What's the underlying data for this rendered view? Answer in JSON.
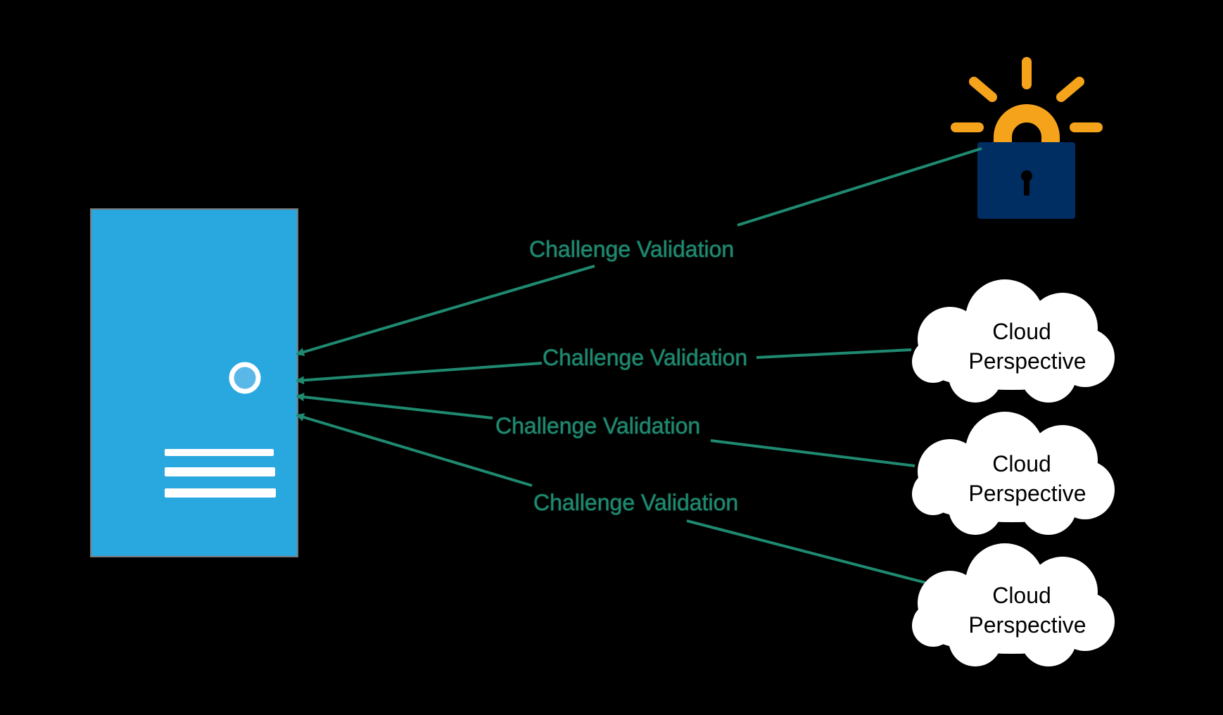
{
  "colors": {
    "background": "#000000",
    "server_blue": "#29a7df",
    "server_detail": "#ffffff",
    "server_button_fill": "#5ab8e8",
    "arrow_green": "#1f8a70",
    "lock_body": "#002d62",
    "lock_shackle": "#f6a31c",
    "cloud_fill": "#ffffff",
    "cloud_text": "#000000"
  },
  "icons": {
    "server": "server-icon",
    "certificate_authority": "padlock-icon"
  },
  "edges": [
    {
      "label": "Challenge Validation",
      "source": "certificate-authority"
    },
    {
      "label": "Challenge Validation",
      "source": "cloud-perspective-1"
    },
    {
      "label": "Challenge Validation",
      "source": "cloud-perspective-2"
    },
    {
      "label": "Challenge Validation",
      "source": "cloud-perspective-3"
    }
  ],
  "clouds": [
    {
      "line1": "Cloud",
      "line2": "Perspective"
    },
    {
      "line1": "Cloud",
      "line2": "Perspective"
    },
    {
      "line1": "Cloud",
      "line2": "Perspective"
    }
  ]
}
